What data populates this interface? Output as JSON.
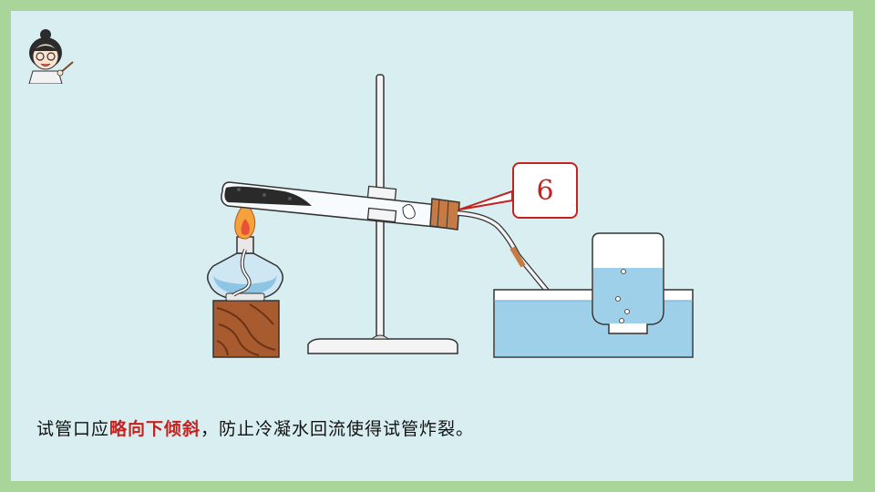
{
  "callout": {
    "number": "6"
  },
  "caption": {
    "part1": "试管口应",
    "highlight": "略向下倾斜",
    "part2": "，防止冷凝水回流使得试管炸裂。"
  },
  "colors": {
    "frame": "#a9d59a",
    "background": "#d8eef0",
    "highlight": "#c4221f",
    "water": "#9fd0ea"
  },
  "icons": [
    "teacher-avatar",
    "iron-stand",
    "test-tube",
    "alcohol-lamp",
    "wooden-block",
    "flame",
    "water-trough",
    "gas-collection-bottle"
  ]
}
